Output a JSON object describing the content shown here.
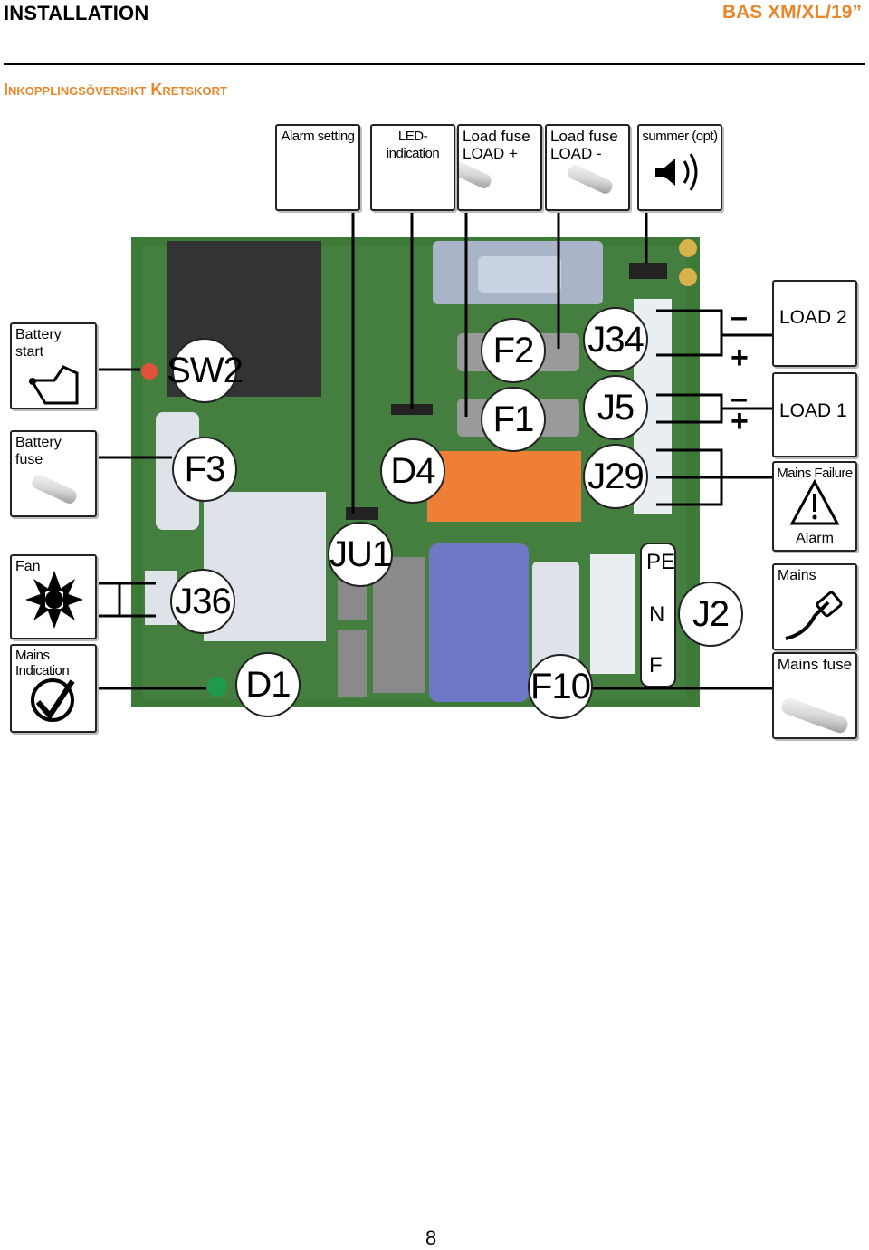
{
  "header": {
    "section": "INSTALLATION",
    "model": "BAS XM/XL/19”"
  },
  "subheader": "Inkopplingsöversikt Kretskort",
  "top_boxes": [
    {
      "label": "Alarm setting",
      "icon": "tools-keyboard-icon"
    },
    {
      "label": "LED-indication",
      "icon": "checkmark-icon"
    },
    {
      "label": "Load fuse\nLOAD +",
      "icon": "fuse-icon"
    },
    {
      "label": "Load fuse\nLOAD -",
      "icon": "fuse-icon"
    },
    {
      "label": "summer (opt)",
      "icon": "speaker-icon"
    }
  ],
  "left_boxes": [
    {
      "label": "Battery\nstart",
      "icon": "finger-press-icon"
    },
    {
      "label": "Battery\nfuse",
      "icon": "fuse-icon"
    },
    {
      "label": "Fan",
      "icon": "fan-icon"
    },
    {
      "label": "Mains\nIndication",
      "icon": "checkmark-icon"
    }
  ],
  "right_boxes": [
    {
      "label": "LOAD 2"
    },
    {
      "label": "LOAD 1"
    },
    {
      "label": "Mains Failure",
      "sublabel": "Alarm",
      "icon": "warning-icon"
    },
    {
      "label": "Mains",
      "icon": "plug-icon"
    },
    {
      "label": "Mains fuse",
      "icon": "fuse-icon"
    }
  ],
  "callouts": {
    "sw2": "SW2",
    "f3": "F3",
    "j36": "J36",
    "d1": "D1",
    "ju1": "JU1",
    "d4": "D4",
    "f2": "F2",
    "f1": "F1",
    "j34": "J34",
    "j5": "J5",
    "j29": "J29",
    "pe": "PE",
    "n": "N",
    "f": "F",
    "j2": "J2",
    "f10": "F10"
  },
  "signs": {
    "minus": "–",
    "plus": "+"
  },
  "page_number": "8",
  "colors": {
    "accent": "#e8862a",
    "pcb": "#3d7a38",
    "relay": "#ee7f35",
    "transformer": "#6f78c4"
  }
}
